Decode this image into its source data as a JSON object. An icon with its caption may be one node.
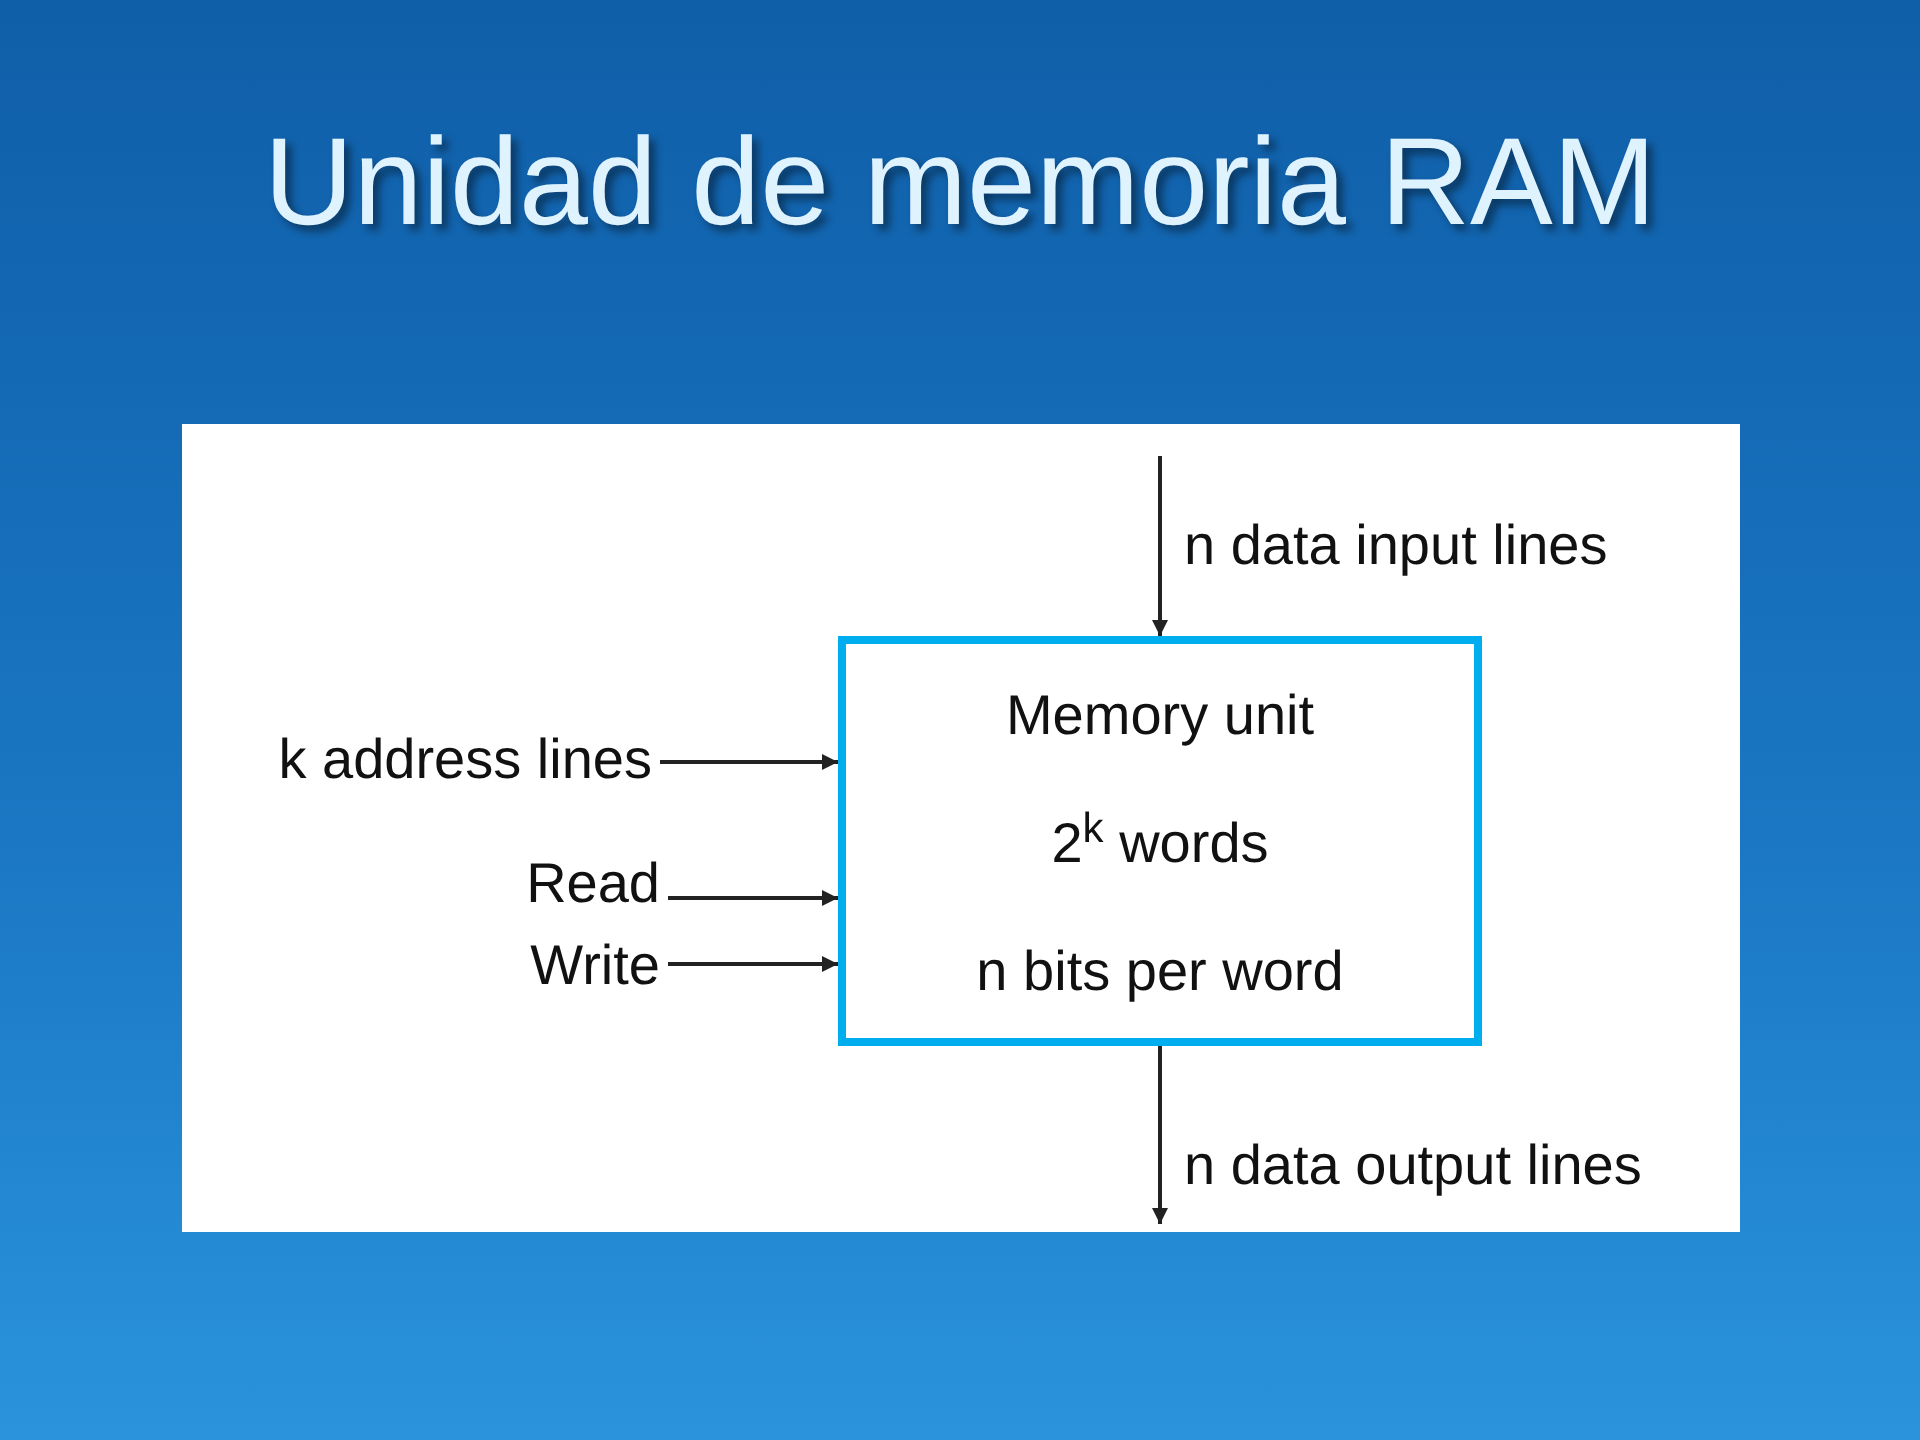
{
  "diagram": {
    "title": "Unidad de memoria RAM",
    "nodes": [
      {
        "text": [
          "Memory unit",
          "2$^{k}$ words",
          "n bits per word"
        ]
      },
      {
        "text": [
          "k address lines"
        ]
      },
      {
        "text": [
          "Read"
        ]
      },
      {
        "text": [
          "Write"
        ]
      }
    ],
    "edges": [
      {
        "from": null,
        "to": 0,
        "arrow": "to",
        "label": "n data input lines"
      },
      {
        "from": 1,
        "to": 0,
        "arrow": "to"
      },
      {
        "from": 2,
        "to": 0,
        "arrow": "to"
      },
      {
        "from": 3,
        "to": 0,
        "arrow": "to"
      },
      {
        "from": 0,
        "to": null,
        "arrow": "to",
        "label": "n data output lines"
      }
    ]
  }
}
